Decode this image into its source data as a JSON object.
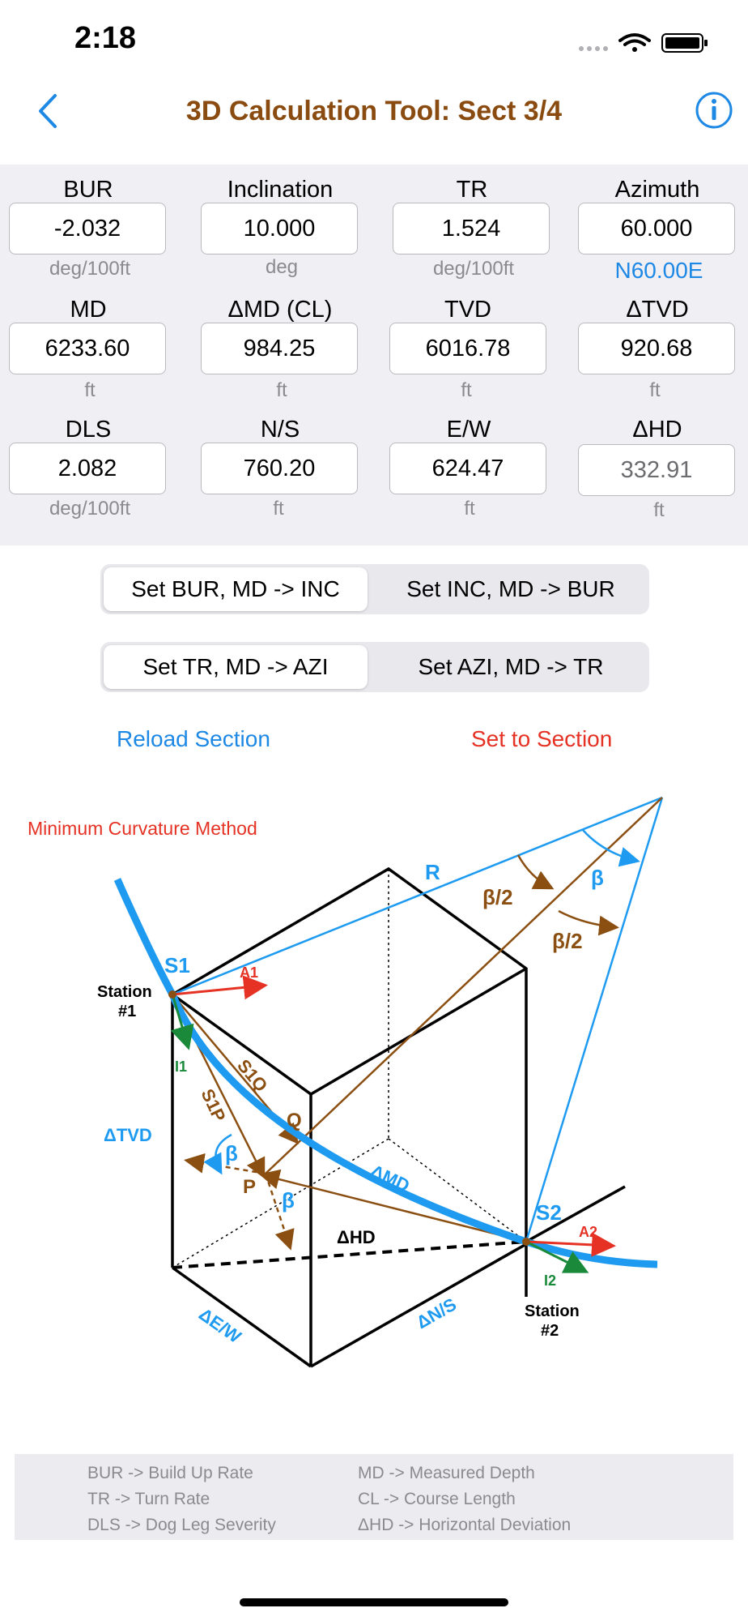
{
  "status": {
    "time": "2:18"
  },
  "nav": {
    "title": "3D Calculation Tool:  Sect 3/4"
  },
  "fields": {
    "row1": [
      {
        "label": "BUR",
        "value": "-2.032",
        "unit": "deg/100ft"
      },
      {
        "label": "Inclination",
        "value": "10.000",
        "unit": "deg"
      },
      {
        "label": "TR",
        "value": "1.524",
        "unit": "deg/100ft"
      },
      {
        "label": "Azimuth",
        "value": "60.000",
        "unit": "N60.00E"
      }
    ],
    "row2": [
      {
        "label": "MD",
        "value": "6233.60",
        "unit": "ft"
      },
      {
        "label": "ΔMD (CL)",
        "value": "984.25",
        "unit": "ft"
      },
      {
        "label": "TVD",
        "value": "6016.78",
        "unit": "ft"
      },
      {
        "label": "ΔTVD",
        "value": "920.68",
        "unit": "ft"
      }
    ],
    "row3": [
      {
        "label": "DLS",
        "value": "2.082",
        "unit": "deg/100ft"
      },
      {
        "label": "N/S",
        "value": "760.20",
        "unit": "ft"
      },
      {
        "label": "E/W",
        "value": "624.47",
        "unit": "ft"
      },
      {
        "label": "ΔHD",
        "value": "332.91",
        "unit": "ft"
      }
    ]
  },
  "segments": {
    "bur": {
      "selected": "Set BUR, MD -> INC",
      "other": "Set INC, MD -> BUR"
    },
    "tr": {
      "selected": "Set TR, MD -> AZI",
      "other": "Set AZI, MD -> TR"
    }
  },
  "actions": {
    "reload": "Reload Section",
    "set": "Set to Section"
  },
  "diagram": {
    "method": "Minimum Curvature Method",
    "labels": {
      "R": "R",
      "beta": "β",
      "half_beta": "β/2",
      "S1": "S1",
      "S2": "S2",
      "A1": "A1",
      "A2": "A2",
      "I1": "I1",
      "I2": "I2",
      "station1_a": "Station",
      "station1_b": "#1",
      "station2_a": "Station",
      "station2_b": "#2",
      "S1Q": "S1Q",
      "S1P": "S1P",
      "Q": "Q",
      "P": "P",
      "dTVD": "ΔTVD",
      "dMD": "ΔMD",
      "dHD": "ΔHD",
      "dEW": "ΔE/W",
      "dNS": "ΔN/S"
    },
    "colors": {
      "blue": "#1e9bf0",
      "brown": "#8b4f12",
      "red": "#e53224",
      "green": "#1a8a3a"
    }
  },
  "legend": [
    [
      "BUR -> Build Up Rate",
      "MD -> Measured Depth"
    ],
    [
      "TR -> Turn Rate",
      "CL -> Course Length"
    ],
    [
      "DLS -> Dog Leg Severity",
      "ΔHD -> Horizontal Deviation"
    ]
  ]
}
